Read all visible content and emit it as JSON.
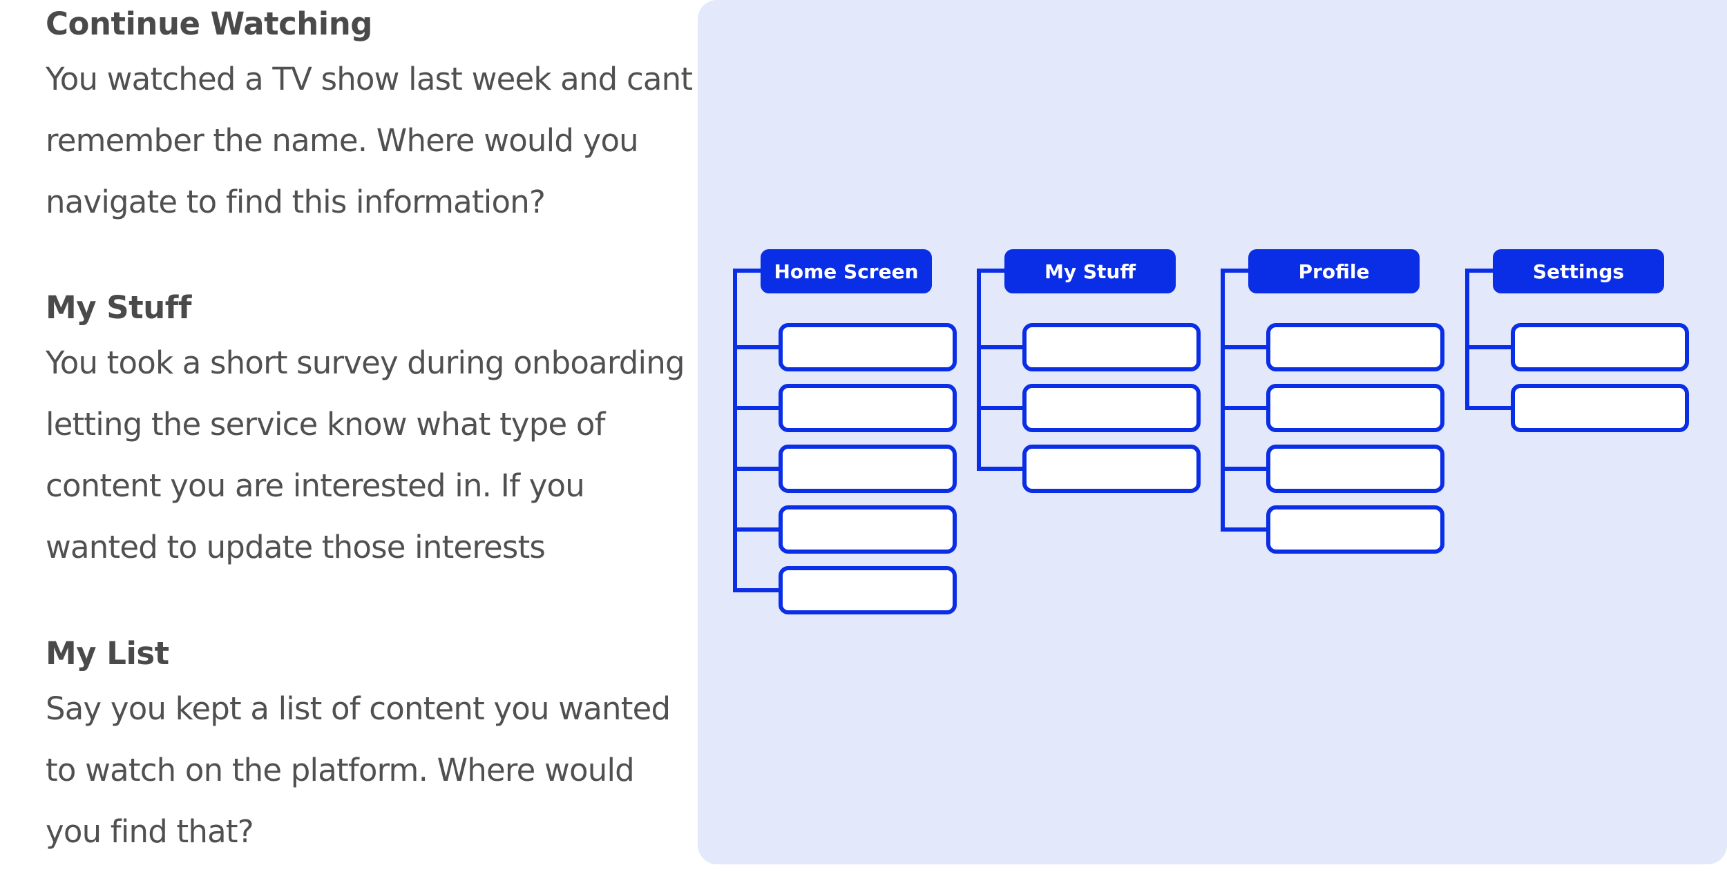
{
  "tasks": [
    {
      "title": "Continue Watching",
      "lines": [
        "You watched a TV show last week and cant",
        "remember the name. Where would you",
        "navigate to find this information?"
      ]
    },
    {
      "title": "My Stuff",
      "lines": [
        "You took a short survey during onboarding",
        "letting the service know what type of",
        "content you are interested in. If you",
        "wanted to update those interests"
      ]
    },
    {
      "title": "My List",
      "lines": [
        "Say you kept a list of content you wanted",
        "to watch on the platform. Where would",
        "you find that?"
      ]
    }
  ],
  "sitemap": {
    "accent_color": "#0a2ee6",
    "panel_color": "#e3e8fa",
    "columns": [
      {
        "label": "Home Screen",
        "child_count": 5
      },
      {
        "label": "My Stuff",
        "child_count": 3
      },
      {
        "label": "Profile",
        "child_count": 4
      },
      {
        "label": "Settings",
        "child_count": 2
      }
    ]
  }
}
